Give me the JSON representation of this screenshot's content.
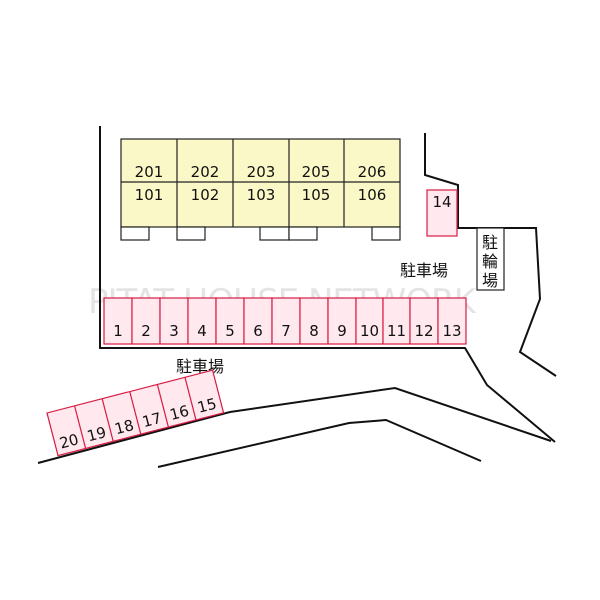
{
  "watermark": "PITAT HOUSE NETWORK",
  "building": {
    "units": [
      {
        "upper": "201",
        "lower": "101"
      },
      {
        "upper": "202",
        "lower": "102"
      },
      {
        "upper": "203",
        "lower": "103"
      },
      {
        "upper": "205",
        "lower": "105"
      },
      {
        "upper": "206",
        "lower": "106"
      }
    ],
    "fill_color": "#fbf8c7"
  },
  "parking": {
    "label_right": "駐車場",
    "label_bottom": "駐車場",
    "row_main": [
      "1",
      "2",
      "3",
      "4",
      "5",
      "6",
      "7",
      "8",
      "9",
      "10",
      "11",
      "12",
      "13"
    ],
    "single_space": "14",
    "row_diagonal": [
      "15",
      "16",
      "17",
      "18",
      "19",
      "20"
    ],
    "fill_color": "#ffe8ee",
    "stroke_color": "#d81b43"
  },
  "bicycle_parking": {
    "chars": [
      "駐",
      "輪",
      "場"
    ]
  }
}
